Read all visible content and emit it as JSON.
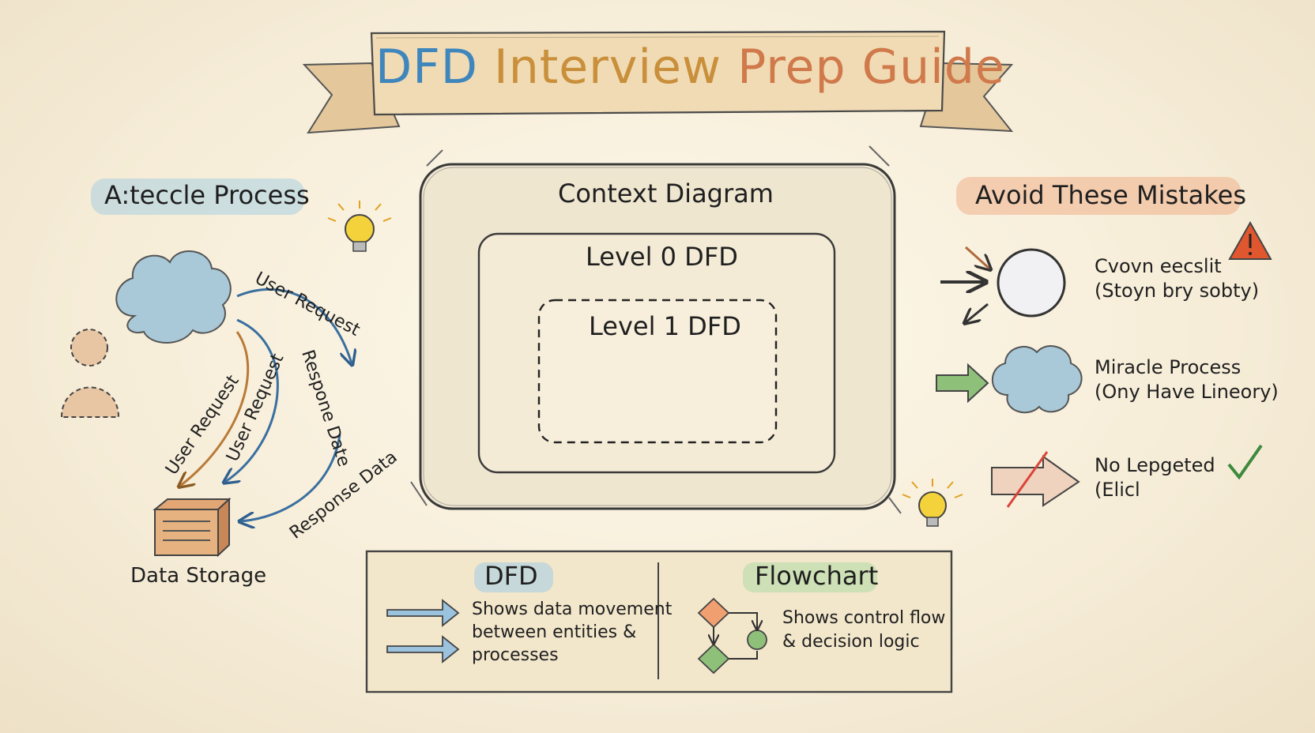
{
  "title": {
    "part1": "DFD",
    "part2": "Interview",
    "part3": "Prep Guide"
  },
  "left": {
    "heading": "A:teccle Process",
    "labels": [
      "User Request",
      "Respone Date",
      "User Request",
      "User Request",
      "Response Data"
    ],
    "storage_label": "Data Storage"
  },
  "center": {
    "context": "Context Diagram",
    "level0": "Level 0 DFD",
    "level1": "Level 1 DFD"
  },
  "right": {
    "heading": "Avoid These Mistakes",
    "mistakes": [
      {
        "line1": "Cvovn eecslit",
        "line2": "(Stoyn bry sobty)"
      },
      {
        "line1": "Miracle Process",
        "line2": "(Ony Have Lineory)"
      },
      {
        "line1": "No Lepgeted",
        "line2": "(Elicl"
      }
    ]
  },
  "compare": {
    "dfd_title": "DFD",
    "dfd_desc": [
      "Shows data movement",
      "between entities &",
      "processes"
    ],
    "flow_title": "Flowchart",
    "flow_desc": [
      "Shows control flow",
      "& decision logic"
    ]
  },
  "colors": {
    "blue": "#3f86bd",
    "orange": "#d07a4c",
    "green": "#74b06a",
    "red": "#d9453a",
    "tan": "#e4c79a"
  }
}
